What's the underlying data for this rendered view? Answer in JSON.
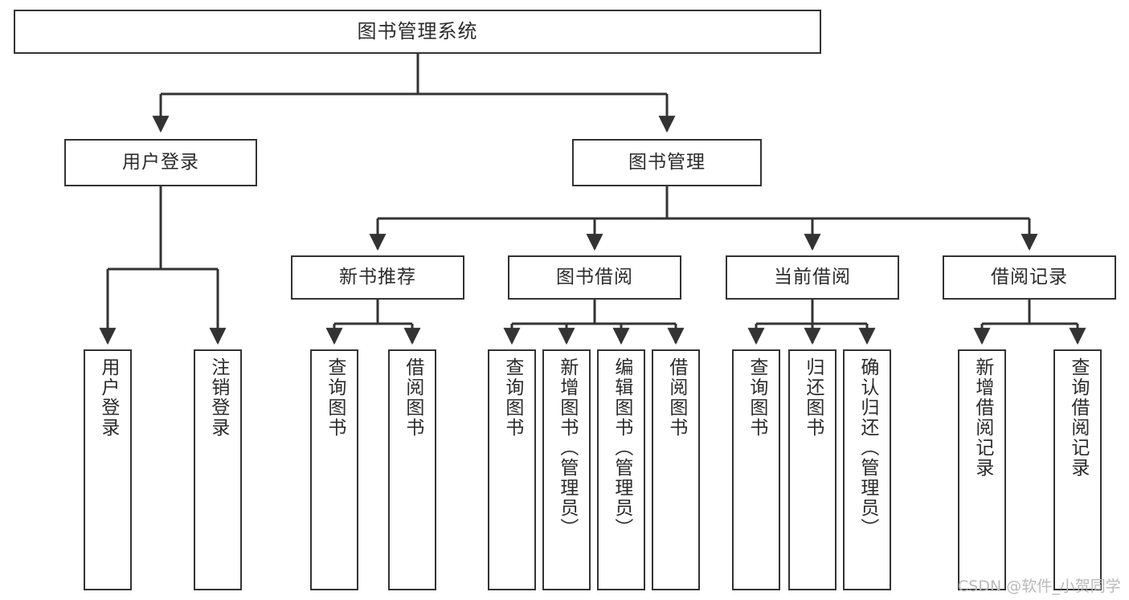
{
  "diagram": {
    "title": "图书管理系统",
    "type": "hierarchical-function-structure-chart",
    "orientation": "top-down",
    "box_fill": "#ffffff",
    "box_stroke": "#333333",
    "text_color": "#2b2b2b",
    "background": "#ffffff"
  },
  "root": {
    "label": "图书管理系统"
  },
  "level2": [
    {
      "label": "用户登录"
    },
    {
      "label": "图书管理"
    }
  ],
  "level3": [
    {
      "label": "新书推荐"
    },
    {
      "label": "图书借阅"
    },
    {
      "label": "当前借阅"
    },
    {
      "label": "借阅记录"
    }
  ],
  "leaves": [
    {
      "label": "用户登录",
      "parent": "用户登录"
    },
    {
      "label": "注销登录",
      "parent": "用户登录"
    },
    {
      "label": "查询图书",
      "parent": "新书推荐"
    },
    {
      "label": "借阅图书",
      "parent": "新书推荐"
    },
    {
      "label": "查询图书",
      "parent": "图书借阅"
    },
    {
      "label": "新增图书（管理员）",
      "parent": "图书借阅"
    },
    {
      "label": "编辑图书（管理员）",
      "parent": "图书借阅"
    },
    {
      "label": "借阅图书",
      "parent": "图书借阅"
    },
    {
      "label": "查询图书",
      "parent": "当前借阅"
    },
    {
      "label": "归还图书",
      "parent": "当前借阅"
    },
    {
      "label": "确认归还（管理员）",
      "parent": "当前借阅"
    },
    {
      "label": "新增借阅记录",
      "parent": "借阅记录"
    },
    {
      "label": "查询借阅记录",
      "parent": "借阅记录"
    }
  ],
  "watermark": {
    "text": "CSDN @软件_小贺同学"
  }
}
